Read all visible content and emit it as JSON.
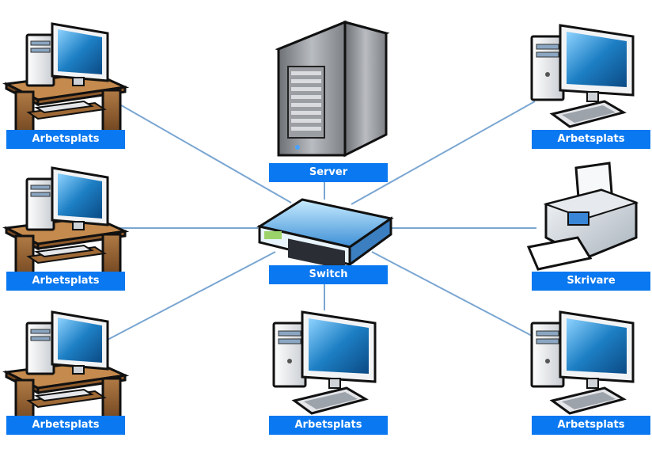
{
  "colors": {
    "label_bg": "#0a78f0",
    "label_text": "#ffffff",
    "link_line": "#7aa6d2",
    "desk_wood": "#8b5a2b",
    "monitor_screen": "#1d7fc4",
    "case_grey": "#e9ebee",
    "server_grey": "#8a8d92",
    "switch_blue": "#5aa8e6"
  },
  "nodes": {
    "ws_top_left": {
      "label": "Arbetsplats",
      "icon": "workstation-desk-icon"
    },
    "ws_mid_left": {
      "label": "Arbetsplats",
      "icon": "workstation-desk-icon"
    },
    "ws_bottom_left": {
      "label": "Arbetsplats",
      "icon": "workstation-desk-icon"
    },
    "server": {
      "label": "Server",
      "icon": "server-tower-icon"
    },
    "switch": {
      "label": "Switch",
      "icon": "network-switch-icon"
    },
    "ws_bottom_center": {
      "label": "Arbetsplats",
      "icon": "desktop-computer-icon"
    },
    "ws_top_right": {
      "label": "Arbetsplats",
      "icon": "desktop-computer-icon"
    },
    "printer": {
      "label": "Skrivare",
      "icon": "printer-icon"
    },
    "ws_bottom_right": {
      "label": "Arbetsplats",
      "icon": "desktop-computer-icon"
    }
  }
}
